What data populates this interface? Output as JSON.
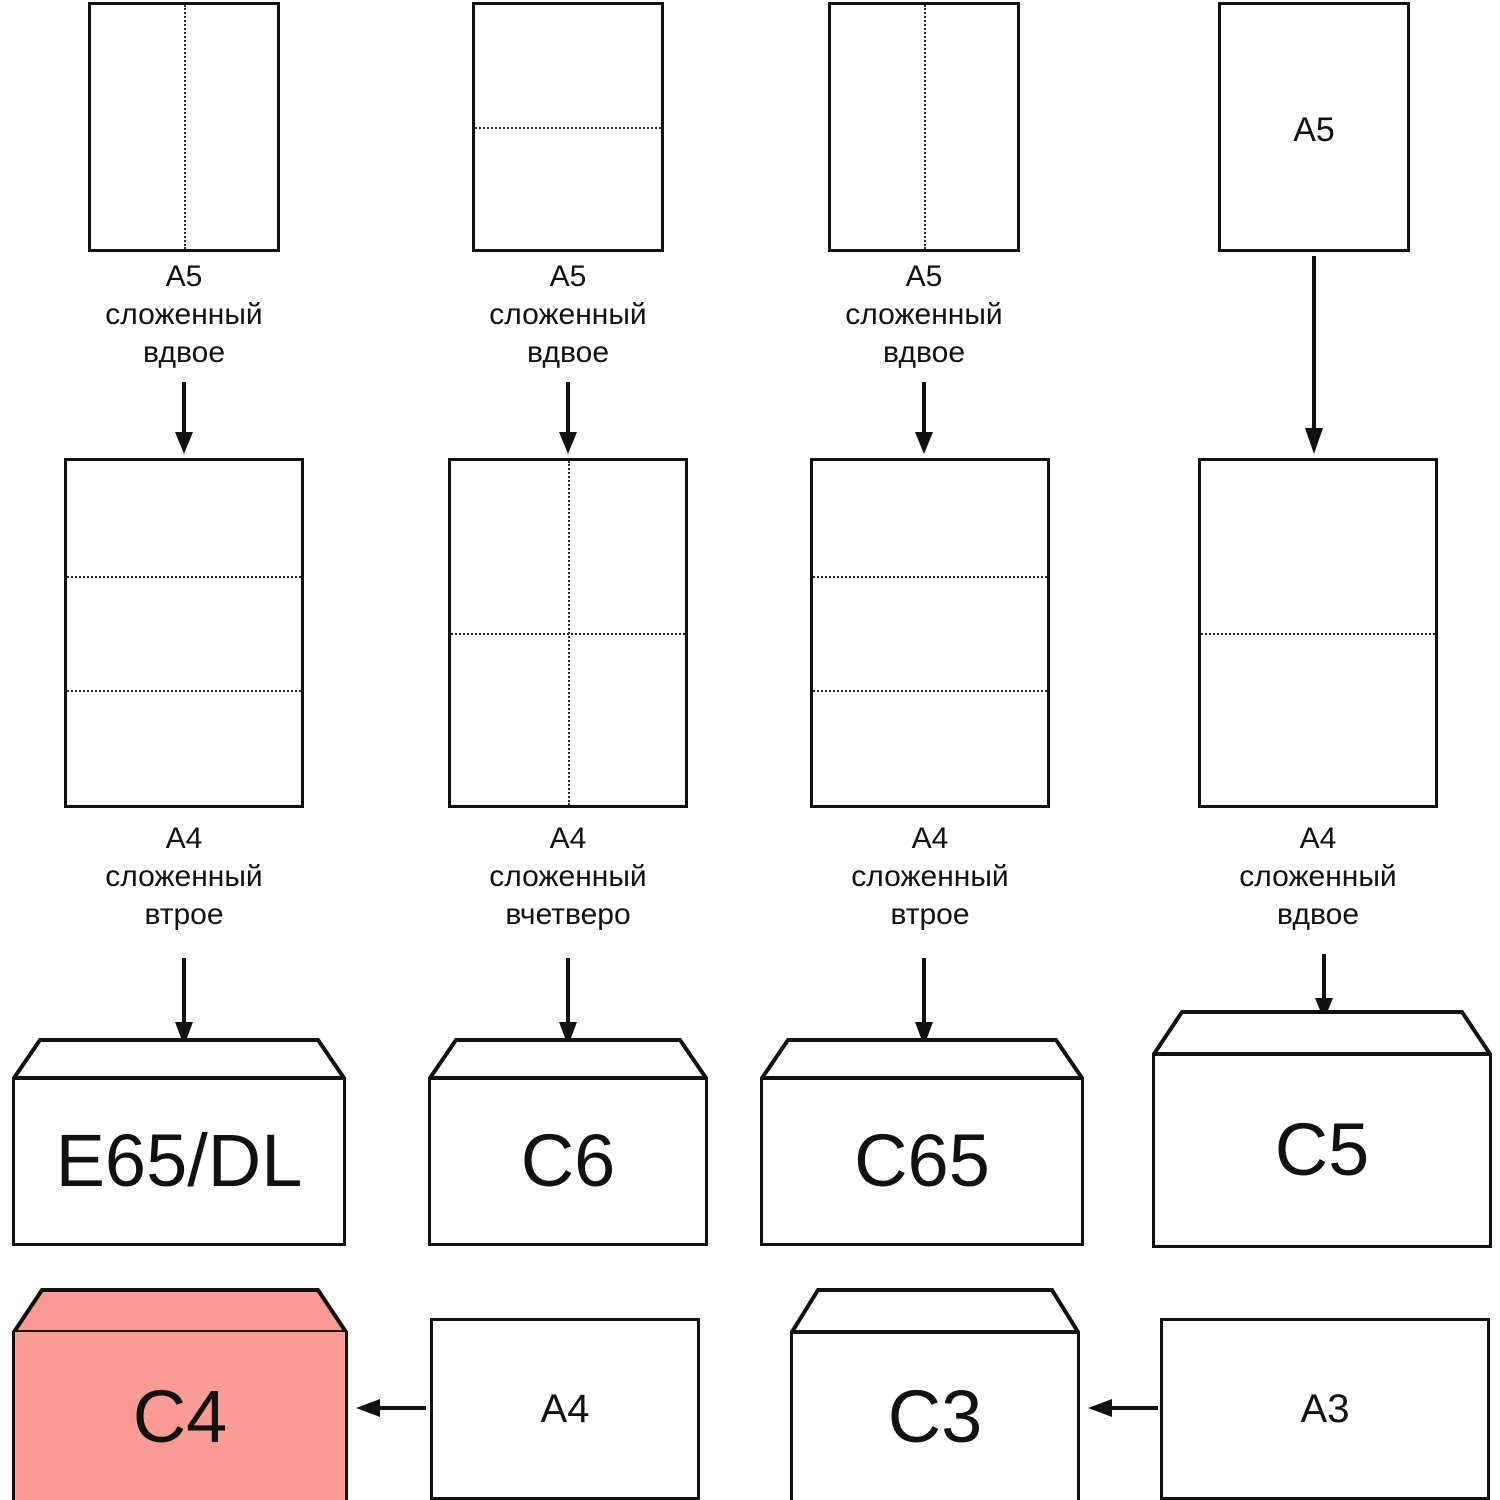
{
  "diagram": {
    "title_text": "",
    "colors": {
      "stroke": "#111111",
      "paper_fill": "#ffffff",
      "highlight_fill": "#fa9b96",
      "fold_line": "#2b2b2b"
    },
    "captions": {
      "a5_folded_in_two": "A5\nсложенный\nвдвое",
      "a4_folded_in_three": "A4\nсложенный\nвтрое",
      "a4_folded_in_four": "A4\nсложенный\nвчетверо",
      "a4_folded_in_two": "A4\nсложенный\nвдвое"
    },
    "columns": [
      {
        "id": "col1",
        "top_sheet": {
          "label": "",
          "folds": "vertical-1"
        },
        "top_caption": "A5\nсложенный\nвдвое",
        "mid_sheet": {
          "label": "",
          "folds": "horizontal-2"
        },
        "mid_caption": "A4\nсложенный\nвтрое",
        "envelope": "E65/DL"
      },
      {
        "id": "col2",
        "top_sheet": {
          "label": "",
          "folds": "horizontal-1"
        },
        "top_caption": "A5\nсложенный\nвдвое",
        "mid_sheet": {
          "label": "",
          "folds": "cross"
        },
        "mid_caption": "A4\nсложенный\nвчетверо",
        "envelope": "C6"
      },
      {
        "id": "col3",
        "top_sheet": {
          "label": "",
          "folds": "vertical-1"
        },
        "top_caption": "A5\nсложенный\nвдвое",
        "mid_sheet": {
          "label": "",
          "folds": "horizontal-2"
        },
        "mid_caption": "A4\nсложенный\nвтрое",
        "envelope": "C65"
      },
      {
        "id": "col4",
        "top_sheet": {
          "label": "A5",
          "folds": "none"
        },
        "top_caption": "",
        "mid_sheet": {
          "label": "",
          "folds": "horizontal-1"
        },
        "mid_caption": "A4\nсложенный\nвдвое",
        "envelope": "C5"
      }
    ],
    "bottom_row": {
      "envelope_c4": "C4",
      "paper_a4": "A4",
      "envelope_c3": "C3",
      "paper_a3": "A3"
    },
    "icons": {
      "arrow_down": "arrow-down-icon",
      "arrow_left": "arrow-left-icon"
    }
  }
}
